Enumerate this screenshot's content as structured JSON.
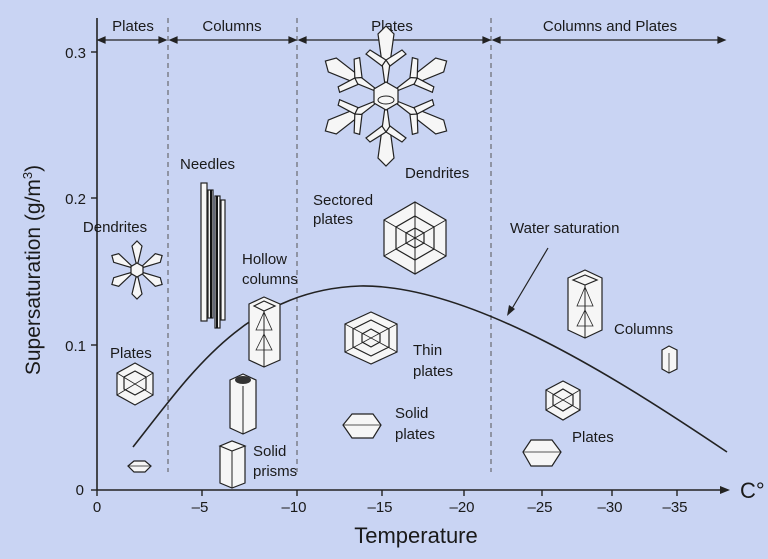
{
  "regions": [
    {
      "label": "Plates"
    },
    {
      "label": "Columns"
    },
    {
      "label": "Plates"
    },
    {
      "label": "Columns and Plates"
    }
  ],
  "axes": {
    "ylabel": "Supersaturation (g/m",
    "ylabel_sup": "3",
    "ylabel_end": ")",
    "xlabel": "Temperature",
    "xunit": "C°",
    "y_ticks": [
      "0",
      "0.1",
      "0.2",
      "0.3"
    ],
    "x_ticks": [
      "0",
      "–5",
      "–10",
      "–15",
      "–20",
      "–25",
      "–30",
      "–35"
    ]
  },
  "labels": {
    "dendrites_top": "Dendrites",
    "needles": "Needles",
    "sectored_line1": "Sectored",
    "sectored_line2": "plates",
    "dendrites_left": "Dendrites",
    "water_saturation": "Water saturation",
    "hollow_line1": "Hollow",
    "hollow_line2": "columns",
    "plates_left": "Plates",
    "thin_line1": "Thin",
    "thin_line2": "plates",
    "solid_plates_line1": "Solid",
    "solid_plates_line2": "plates",
    "solid_prisms_line1": "Solid",
    "solid_prisms_line2": "prisms",
    "columns_right": "Columns",
    "plates_right": "Plates"
  },
  "colors": {
    "background": "#c9d4f3",
    "ink": "#1a1a1a",
    "crystal_fill": "#f6f6f6"
  }
}
